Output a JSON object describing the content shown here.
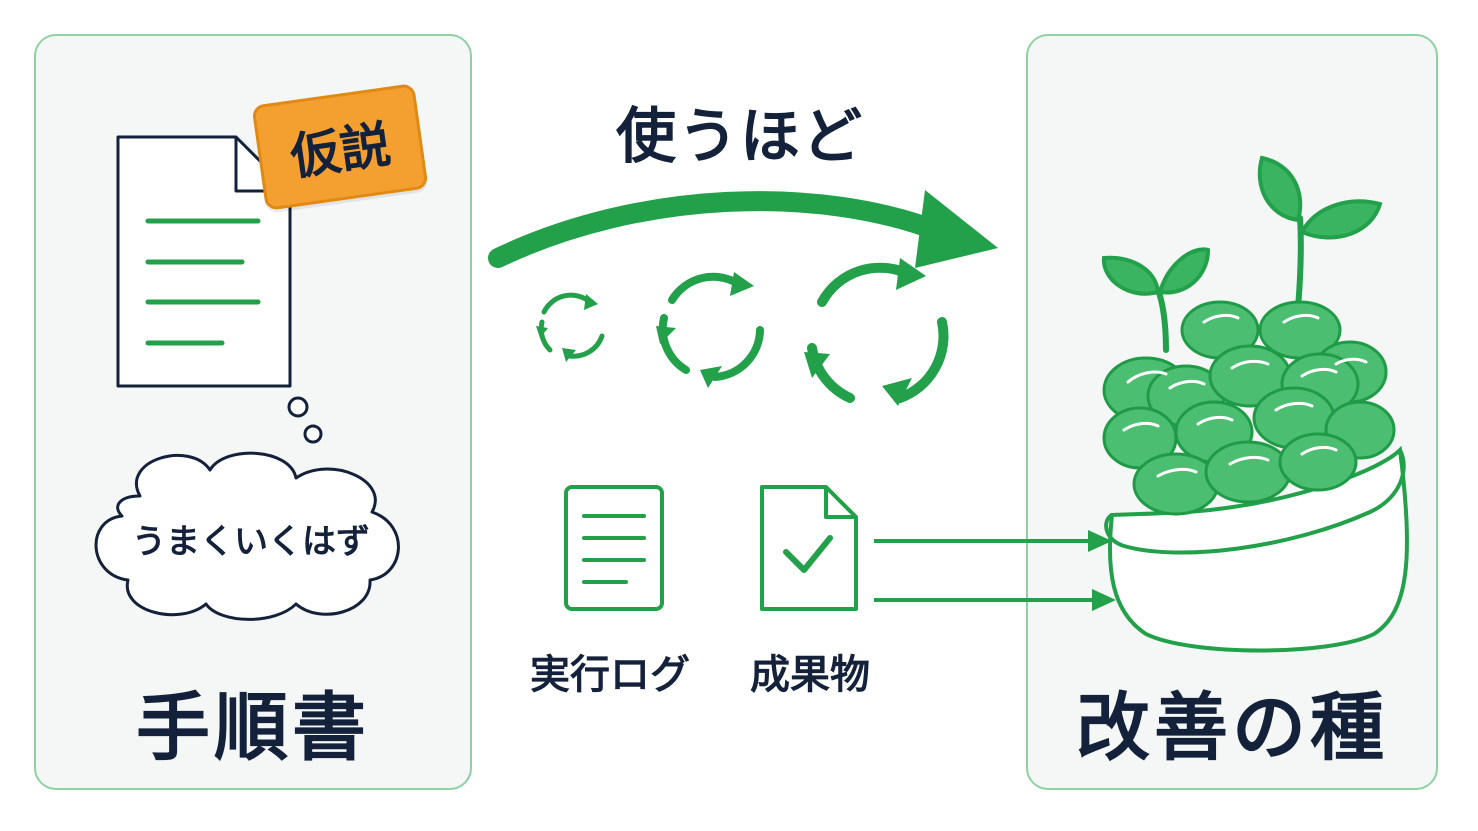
{
  "left_panel": {
    "title": "手順書",
    "tag": "仮説",
    "thought": "うまくいくはず"
  },
  "middle": {
    "arrow_label": "使うほど",
    "log_label": "実行ログ",
    "product_label": "成果物"
  },
  "right_panel": {
    "title": "改善の種"
  },
  "colors": {
    "green": "#22a04a",
    "navy": "#14213a",
    "orange": "#f4a030",
    "panel_bg": "#f4f7f5",
    "panel_border": "#8fd0a4"
  },
  "icons": [
    "document-icon",
    "thought-bubble-icon",
    "cycle-arrows-icon",
    "log-document-icon",
    "checked-document-icon",
    "seed-pot-icon",
    "sprout-icon"
  ]
}
